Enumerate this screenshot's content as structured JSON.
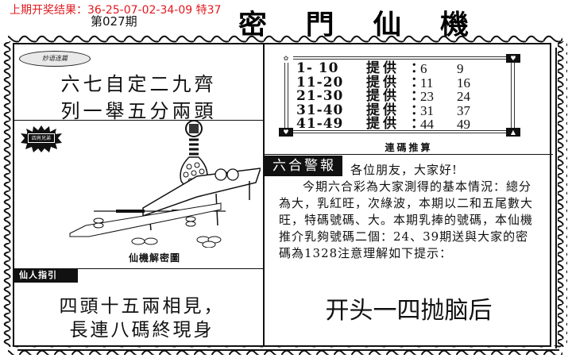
{
  "header": {
    "last_result_label": "上期开奖结果：",
    "last_result_numbers": "36-25-07-02-34-09",
    "special_number": "特37",
    "issue": "第027期",
    "title_chars": [
      "密",
      "門",
      "仙",
      "機"
    ]
  },
  "left_panel": {
    "oval_label": "妙语连篇",
    "poem": [
      "六七自定二九齊",
      "列一舉五分兩頭"
    ],
    "badge_label": "四肖兄弟",
    "picture_caption": "仙機解密圖",
    "guide_tag": "仙人指引",
    "guide_lines": [
      "四頭十五兩相見，",
      "長連八碼終現身"
    ]
  },
  "number_box": {
    "rows": [
      {
        "range": "1- 10",
        "label": "提供",
        "n1": "6",
        "n2": "9"
      },
      {
        "range": "11-20",
        "label": "提供",
        "n1": "11",
        "n2": "16"
      },
      {
        "range": "21-30",
        "label": "提供",
        "n1": "23",
        "n2": "24"
      },
      {
        "range": "31-40",
        "label": "提供",
        "n1": "31",
        "n2": "37"
      },
      {
        "range": "41-49",
        "label": "提供",
        "n1": "44",
        "n2": "49"
      }
    ],
    "colon": "：",
    "caption": "連碼推算"
  },
  "alarm": {
    "tag": "六合警報",
    "greeting": "各位朋友，大家好!",
    "body": "今期六合彩為大家測得的基本情況：總分為大，乳紅旺，次綠波，本期以二和五尾數大旺，特碼號碼、大。本期乳捧的號碼，本仙機推介乳夠號碼二個：24、39期送與大家的密碼為1328注意理解如下提示："
  },
  "hint": "开头一四抛脑后"
}
